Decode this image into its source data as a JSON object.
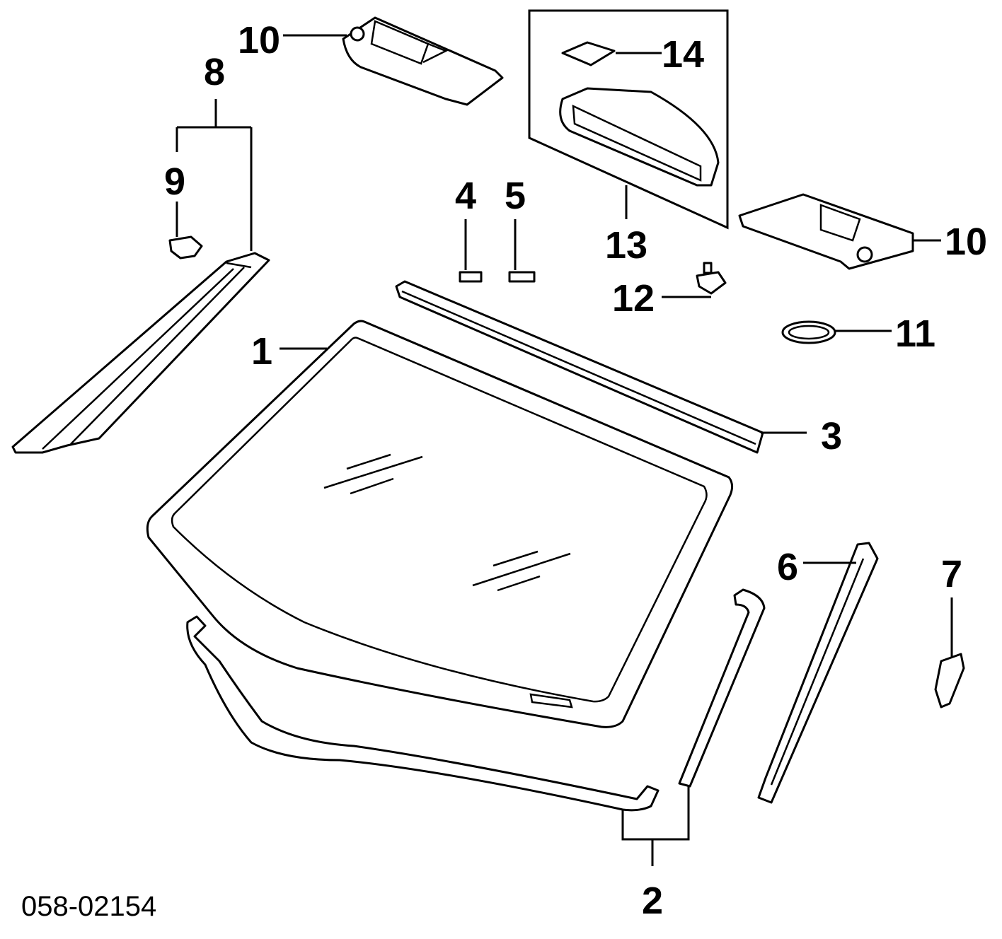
{
  "diagram": {
    "code": "058-02154",
    "callouts": {
      "c1": "1",
      "c2": "2",
      "c3": "3",
      "c4": "4",
      "c5": "5",
      "c6": "6",
      "c7": "7",
      "c8": "8",
      "c9": "9",
      "c10a": "10",
      "c10b": "10",
      "c11": "11",
      "c12": "12",
      "c13": "13",
      "c14": "14"
    }
  }
}
